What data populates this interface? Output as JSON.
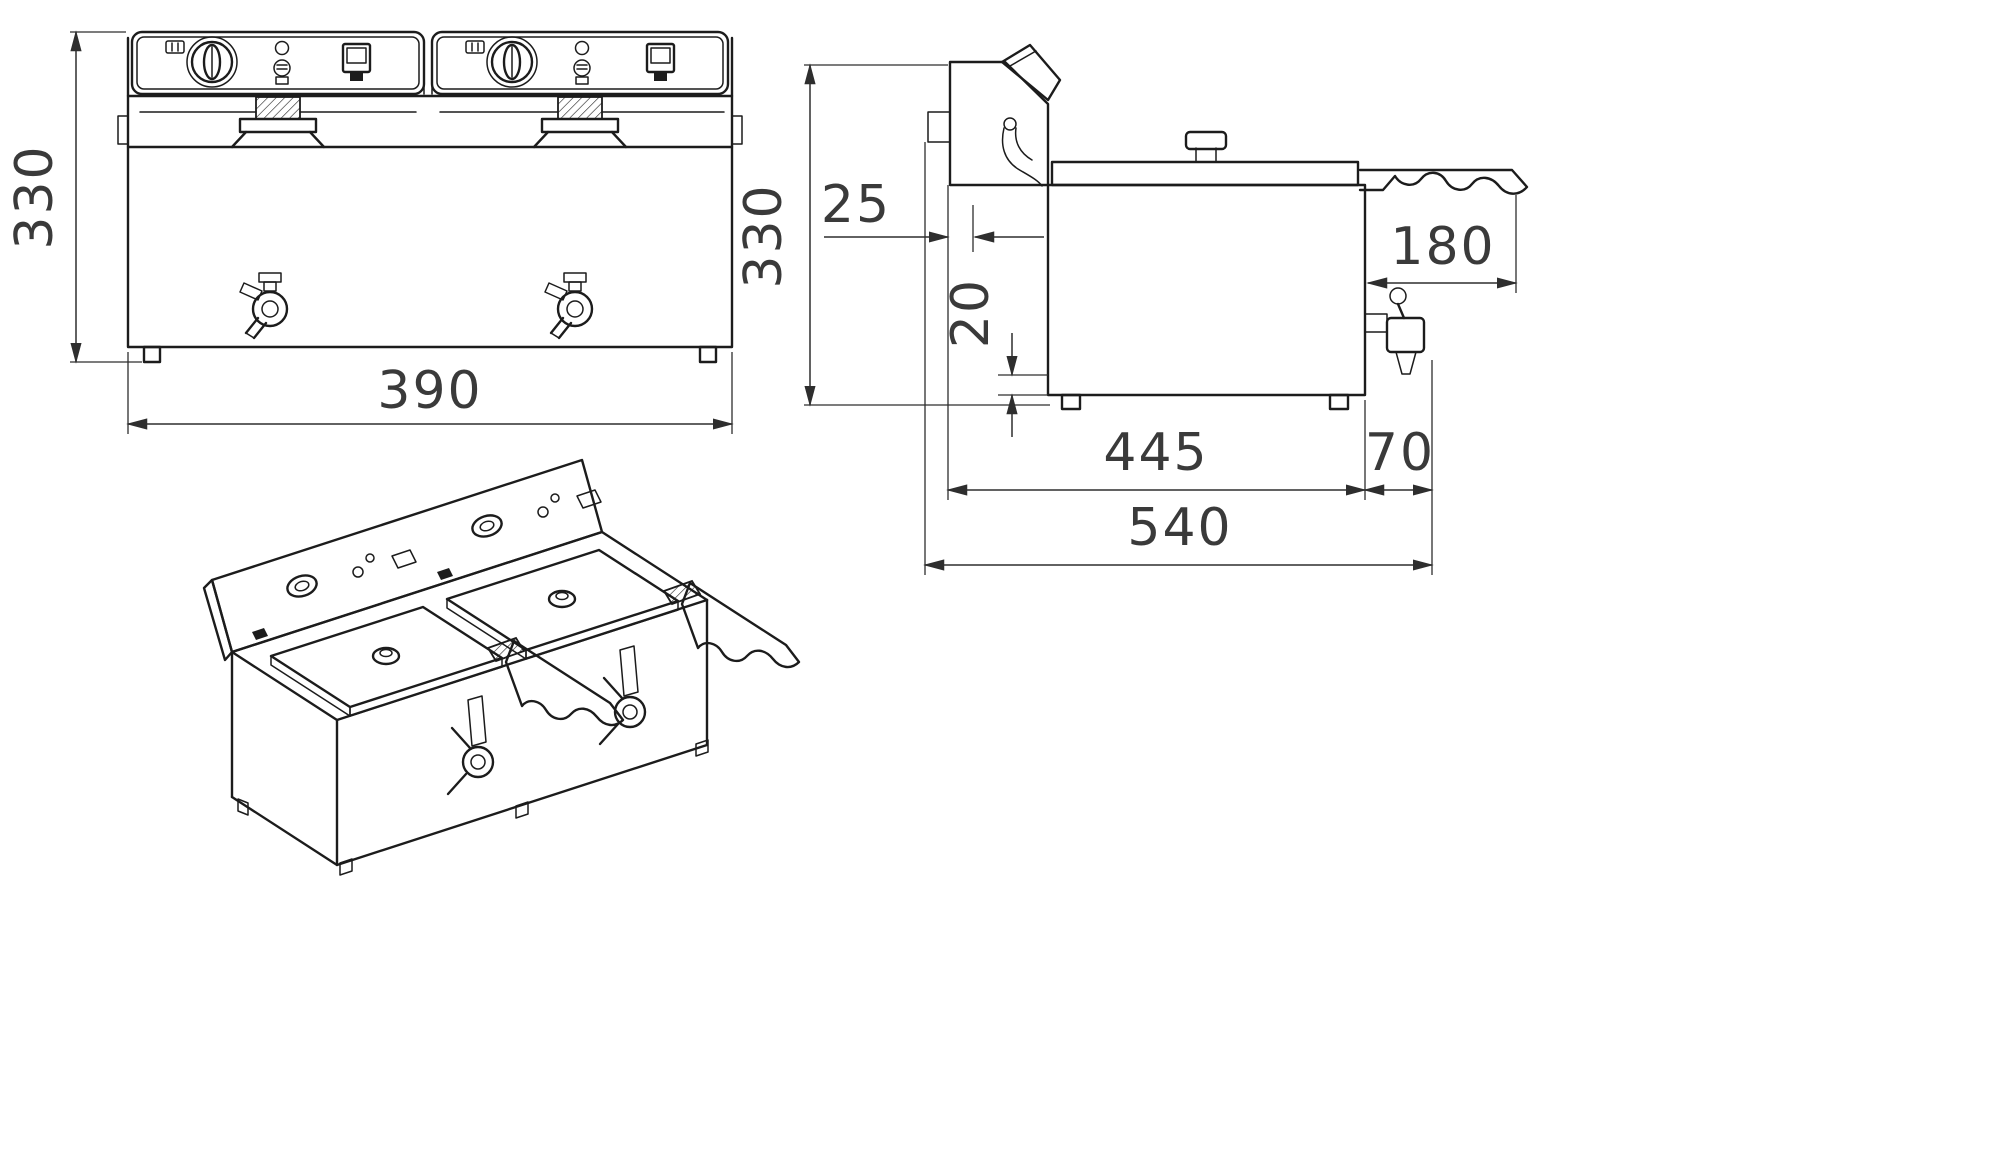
{
  "drawing": {
    "subject": "double-tank-countertop-fryer-technical-drawing",
    "line_color": "#1c1c1c",
    "dim_color": "#3a3a3a",
    "background": "#ffffff",
    "dims": {
      "front_height": "330",
      "front_width": "390",
      "side_height": "330",
      "back_offset": "25",
      "bottom_clearance": "20",
      "handle_length": "180",
      "body_depth": "445",
      "tap_depth": "70",
      "total_depth": "540"
    }
  }
}
